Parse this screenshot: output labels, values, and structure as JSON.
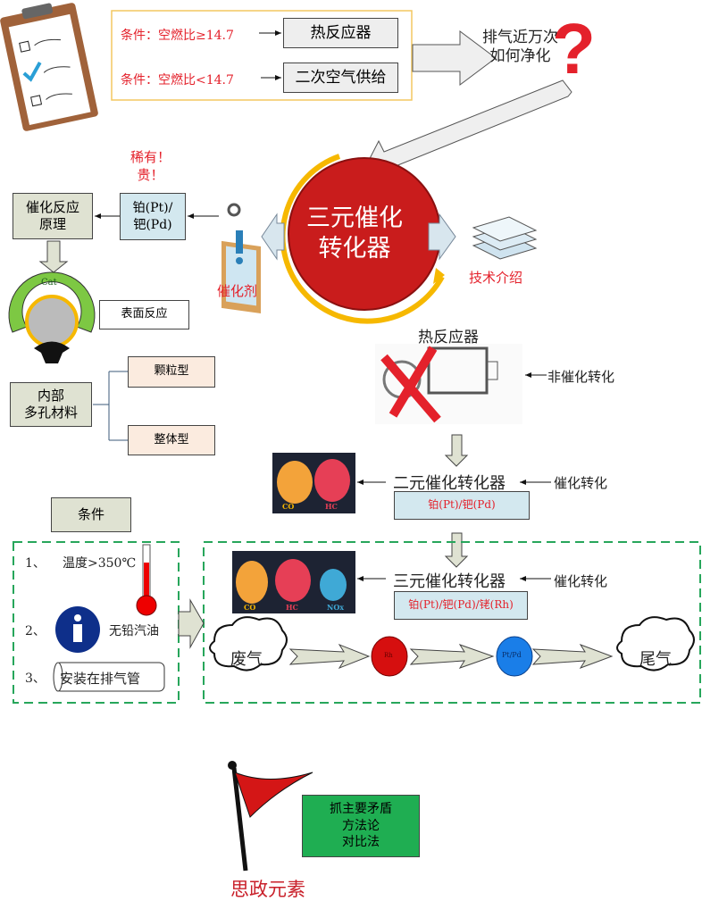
{
  "top": {
    "cond1": "条件：空燃比≥14.7",
    "cond2": "条件：空燃比<14.7",
    "box1": "热反应器",
    "box2": "二次空气供给",
    "question_l1": "排气近万次",
    "question_l2": "如何净化"
  },
  "center": {
    "l1": "三元催化",
    "l2": "转化器",
    "catalyst": "催化剂",
    "tech": "技术介绍"
  },
  "left": {
    "rare1": "稀有！",
    "rare2": "贵！",
    "metal1": "铂(Pt)/",
    "metal2": "钯(Pd)",
    "principle1": "催化反应",
    "principle2": "原理",
    "cat_label": "Cat",
    "surface": "表面反应",
    "porous1": "内部",
    "porous2": "多孔材料",
    "granular": "颗粒型",
    "monolith": "整体型"
  },
  "right": {
    "thermal_title": "热反应器",
    "non_catalytic": "非催化转化",
    "two_way": "二元催化转化器",
    "two_way_metals": "铂(Pt)/钯(Pd)",
    "catalytic1": "催化转化",
    "three_way": "三元催化转化器",
    "three_way_metals": "铂(Pt)/钯(Pd)/铑(Rh)",
    "catalytic2": "催化转化",
    "m_co": "CO",
    "m_hc": "HC",
    "m_nox": "NOx"
  },
  "conditions": {
    "title": "条件",
    "n1": "1、",
    "c1": "温度>350℃",
    "n2": "2、",
    "c2": "无铅汽油",
    "n3": "3、",
    "c3": "安装在排气管"
  },
  "flow": {
    "exhaust": "废气",
    "rh": "Rh",
    "ptpd": "Pt/Pd",
    "tail": "尾气"
  },
  "bottom": {
    "green1": "抓主要矛盾",
    "green2": "方法论",
    "green3": "对比法",
    "label": "思政元素"
  },
  "colors": {
    "red": "#e4212b",
    "green_box": "#1fae52",
    "dash": "#27a65b",
    "yellow": "#f6b800",
    "blue": "#d3e8ef"
  }
}
